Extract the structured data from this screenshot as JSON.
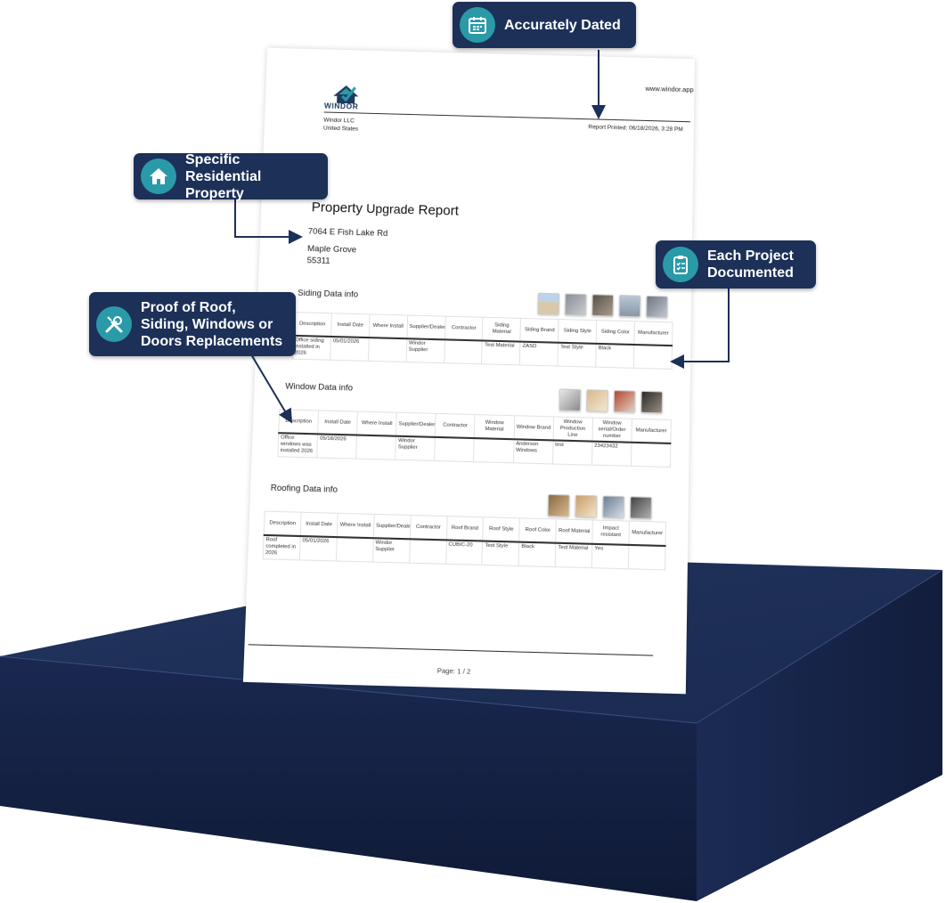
{
  "callouts": {
    "dated": "Accurately Dated",
    "property": "Specific Residential Property",
    "project": "Each Project Documented",
    "proof": "Proof of Roof, Siding, Windows or Doors Replacements"
  },
  "report": {
    "logo_text": "WINDOR",
    "website": "www.windor.app",
    "company": "Windor LLC",
    "country": "United States",
    "printed": "Report Printed: 06/18/2026, 3:28 PM",
    "title_prefix": "Property ",
    "title_mid": "Upgrade",
    "title_suffix": " Report",
    "address_line1": "7064 E Fish Lake Rd",
    "address_city": "Maple Grove",
    "address_zip": "55311",
    "page": "Page: 1 / 2"
  },
  "siding": {
    "title": "Siding Data info",
    "headers": [
      "Description",
      "Install Date",
      "Where Install",
      "Supplier/Dealer",
      "Contractor",
      "Siding Material",
      "Siding Brand",
      "Siding Style",
      "Siding Color",
      "Manufacturer"
    ],
    "row": [
      "Office siding installed in 2026",
      "05/01/2026",
      "",
      "Windor Supplier",
      "",
      "Test Material",
      "ZASD",
      "Test Style",
      "Black",
      ""
    ]
  },
  "window": {
    "title": "Window Data info",
    "headers": [
      "Description",
      "Install Date",
      "Where Install",
      "Supplier/Dealer",
      "Contractor",
      "Window Material",
      "Window Brand",
      "Window Production Line",
      "Window serial/Order number",
      "Manufacturer"
    ],
    "row": [
      "Office windows was installed 2026",
      "05/18/2026",
      "",
      "Windor Supplier",
      "",
      "",
      "Anderson Windows",
      "test",
      "23423432",
      ""
    ]
  },
  "roofing": {
    "title": "Roofing Data info",
    "headers": [
      "Description",
      "Install Date",
      "Where Install",
      "Supplier/Dealer",
      "Contractor",
      "Roof Brand",
      "Roof Style",
      "Roof Color",
      "Roof Material",
      "Impact resistant",
      "Manufacturer"
    ],
    "row": [
      "Roof completed in 2026",
      "05/01/2026",
      "",
      "Windor Supplier",
      "",
      "CUBIC-20",
      "Test Style",
      "Black",
      "Test Material",
      "Yes",
      ""
    ]
  },
  "colors": {
    "callout_bg": "#1c3058",
    "icon_bg": "#2a9aa8",
    "pedestal_top": "#1a2a50",
    "pedestal_front": "#141f3e"
  },
  "icons": {
    "dated": "calendar-icon",
    "property": "house-icon",
    "project": "clipboard-icon",
    "proof": "tools-icon"
  }
}
